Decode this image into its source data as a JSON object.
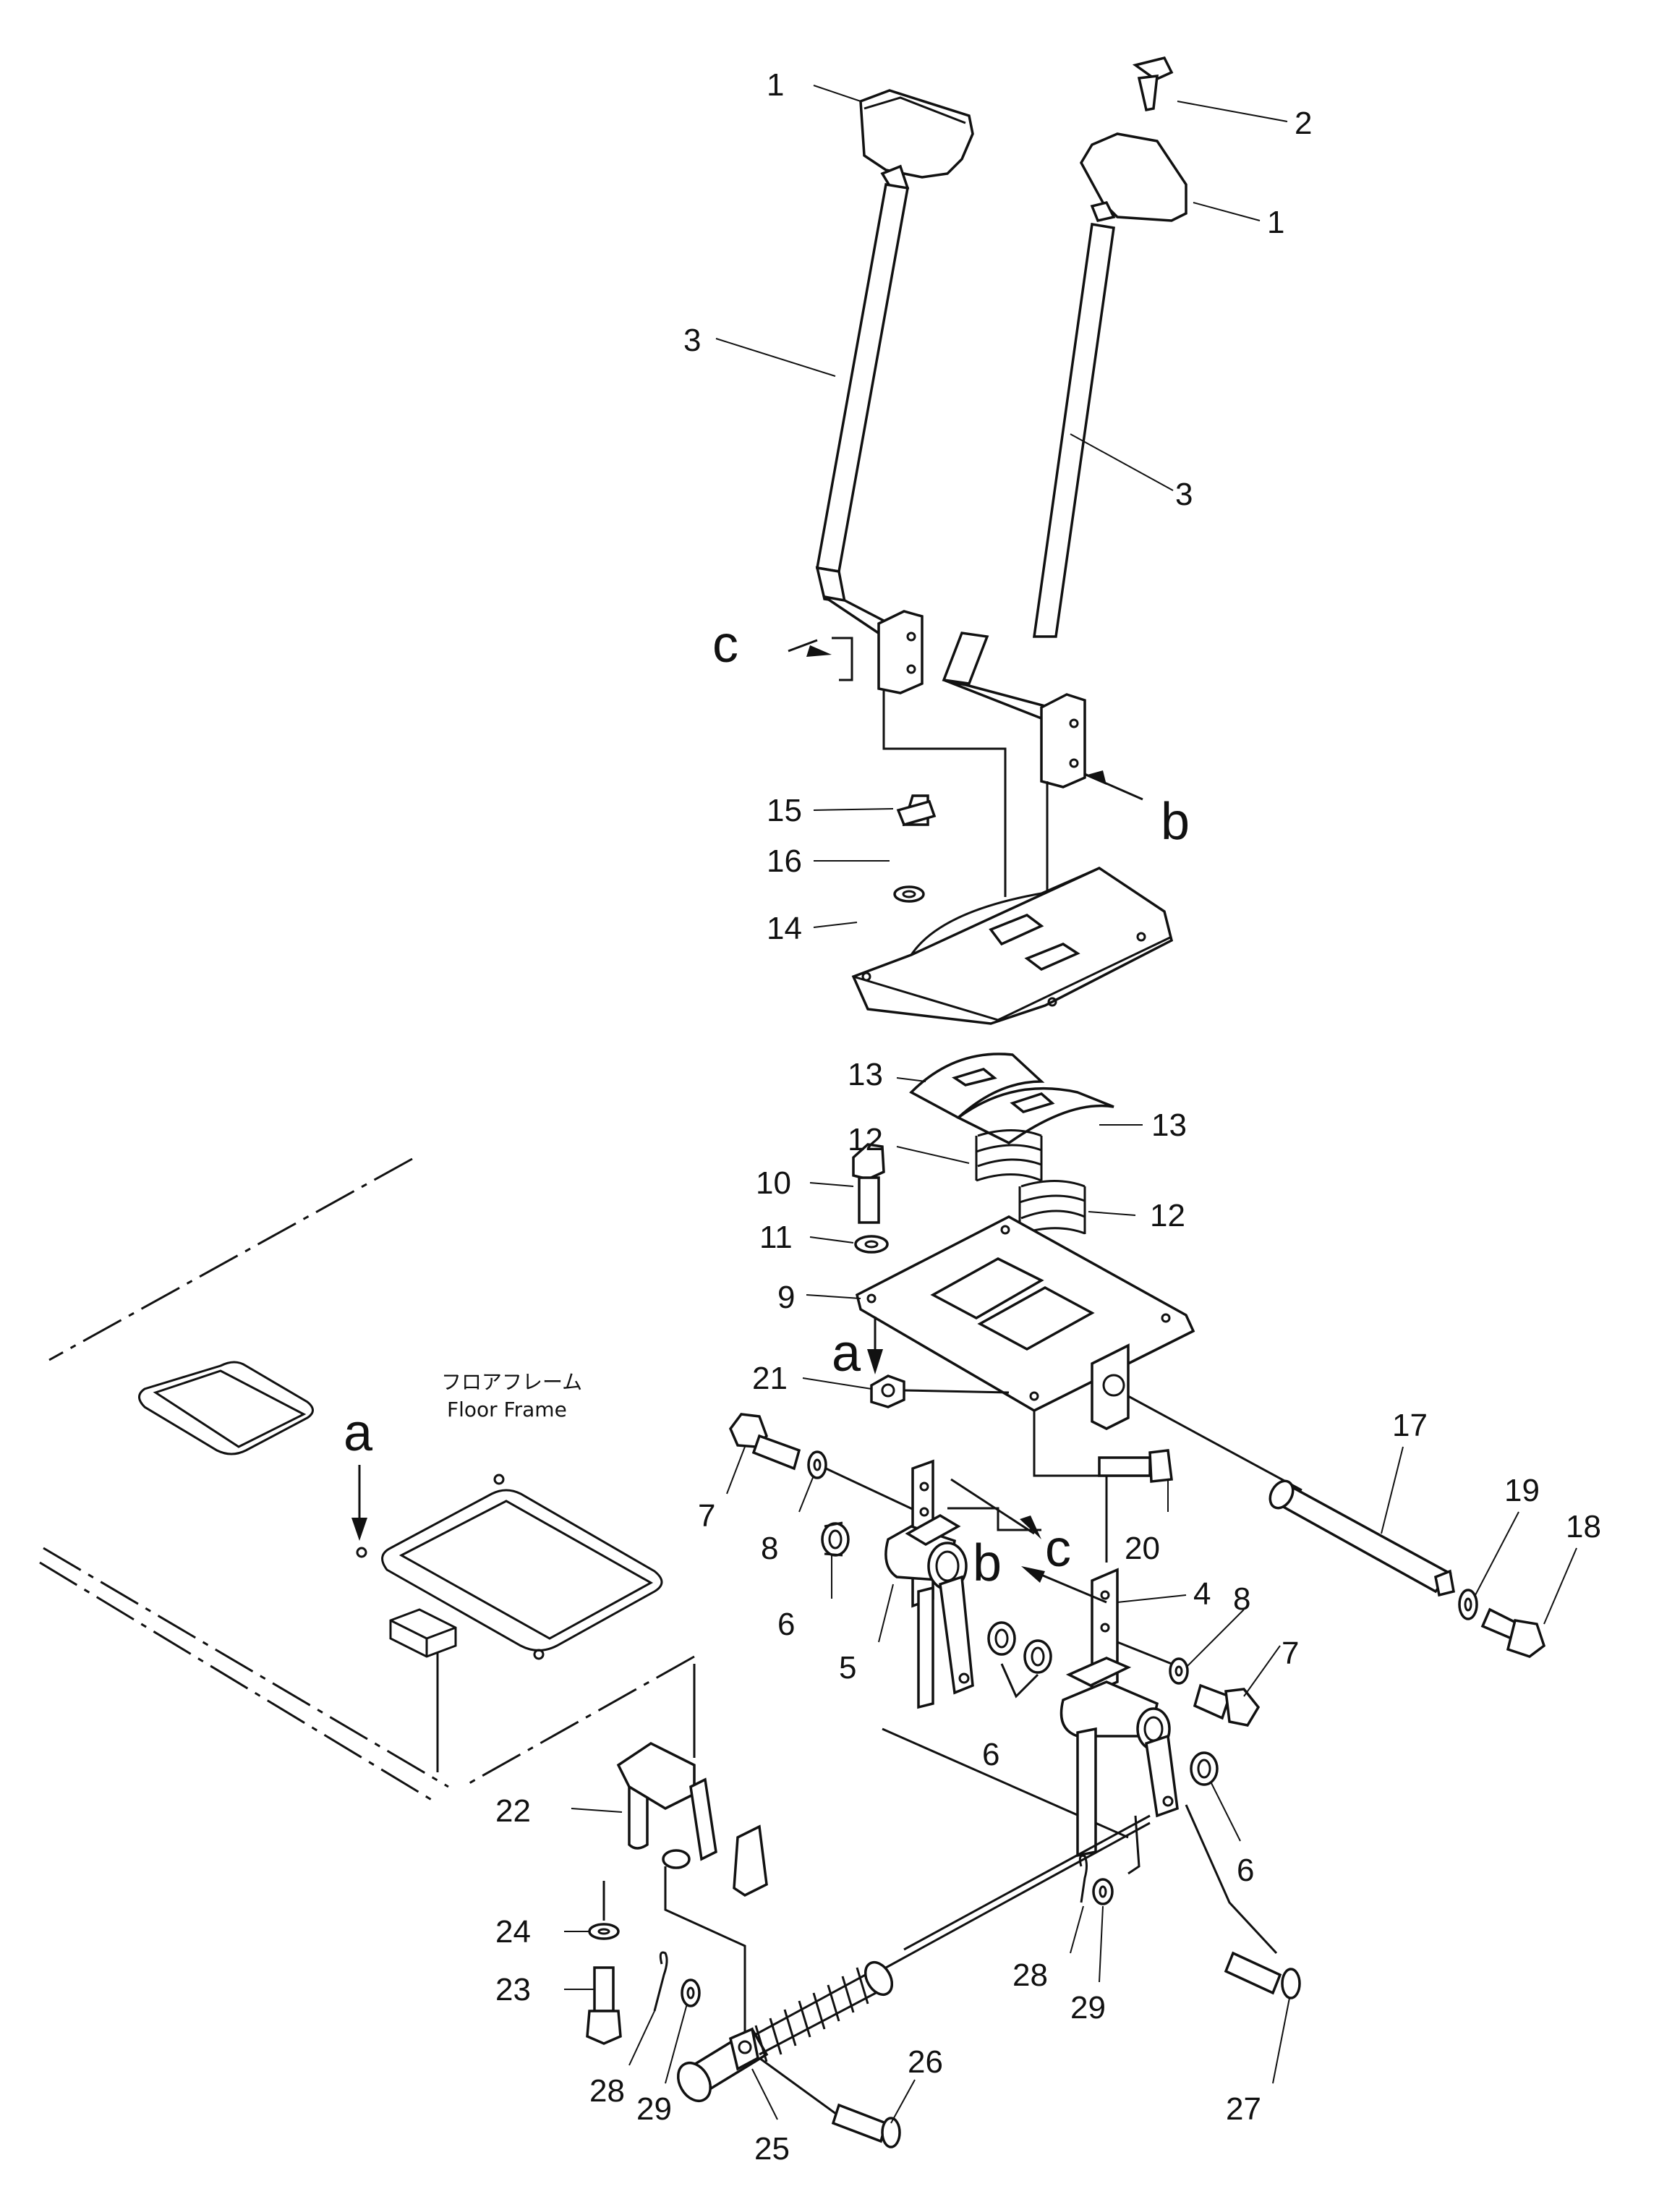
{
  "parts": [
    {
      "id": "label-1a",
      "text": "1"
    },
    {
      "id": "label-2",
      "text": "2"
    },
    {
      "id": "label-1b",
      "text": "1"
    },
    {
      "id": "label-3a",
      "text": "3"
    },
    {
      "id": "label-3b",
      "text": "3"
    },
    {
      "id": "label-15",
      "text": "15"
    },
    {
      "id": "label-16",
      "text": "16"
    },
    {
      "id": "label-14",
      "text": "14"
    },
    {
      "id": "label-13a",
      "text": "13"
    },
    {
      "id": "label-13b",
      "text": "13"
    },
    {
      "id": "label-12a",
      "text": "12"
    },
    {
      "id": "label-12b",
      "text": "12"
    },
    {
      "id": "label-10",
      "text": "10"
    },
    {
      "id": "label-11",
      "text": "11"
    },
    {
      "id": "label-9",
      "text": "9"
    },
    {
      "id": "label-21",
      "text": "21"
    },
    {
      "id": "label-17",
      "text": "17"
    },
    {
      "id": "label-19",
      "text": "19"
    },
    {
      "id": "label-18",
      "text": "18"
    },
    {
      "id": "label-7a",
      "text": "7"
    },
    {
      "id": "label-8a",
      "text": "8"
    },
    {
      "id": "label-20",
      "text": "20"
    },
    {
      "id": "label-4",
      "text": "4"
    },
    {
      "id": "label-8b",
      "text": "8"
    },
    {
      "id": "label-7b",
      "text": "7"
    },
    {
      "id": "label-6a",
      "text": "6"
    },
    {
      "id": "label-5",
      "text": "5"
    },
    {
      "id": "label-6b",
      "text": "6"
    },
    {
      "id": "label-6c",
      "text": "6"
    },
    {
      "id": "label-22",
      "text": "22"
    },
    {
      "id": "label-24",
      "text": "24"
    },
    {
      "id": "label-23",
      "text": "23"
    },
    {
      "id": "label-28a",
      "text": "28"
    },
    {
      "id": "label-29a",
      "text": "29"
    },
    {
      "id": "label-25",
      "text": "25"
    },
    {
      "id": "label-26",
      "text": "26"
    },
    {
      "id": "label-28b",
      "text": "28"
    },
    {
      "id": "label-29b",
      "text": "29"
    },
    {
      "id": "label-27",
      "text": "27"
    }
  ],
  "view_letters": {
    "c_top": "c",
    "b_top": "b",
    "a_plate": "a",
    "a_floor": "a",
    "b_mid": "b",
    "c_mid": "c"
  },
  "floor_frame": {
    "japanese": "フロアフレーム",
    "english": "Floor  Frame"
  }
}
